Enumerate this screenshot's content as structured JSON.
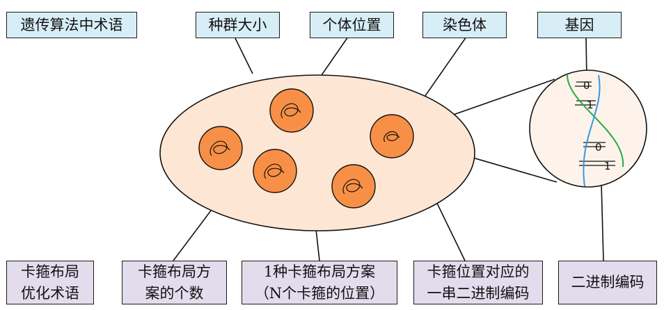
{
  "colors": {
    "top_box_fill": "#d8eef6",
    "bottom_box_fill": "#e2dcec",
    "population_fill": "#fde6d4",
    "individual_fill": "#f79046",
    "chromosome_fill": "#fdf3ea",
    "gene_strand_a": "#22aa44",
    "gene_strand_b": "#3399dd"
  },
  "top_labels": {
    "ga_terms": "遗传算法中术语",
    "population_size": "种群大小",
    "individual_position": "个体位置",
    "chromosome": "染色体",
    "gene": "基因"
  },
  "bottom_labels": {
    "layout_opt_terms": [
      "卡箍布局",
      "优化术语"
    ],
    "layout_count": [
      "卡箍布局方",
      "案的个数"
    ],
    "one_layout": [
      "1种卡箍布局方案",
      "（N个卡箍的位置）"
    ],
    "binary_string": [
      "卡箍位置对应的",
      "一串二进制编码"
    ],
    "binary_encoding": "二进制编码"
  },
  "gene_bits": [
    "0",
    "1",
    "0",
    "1"
  ]
}
